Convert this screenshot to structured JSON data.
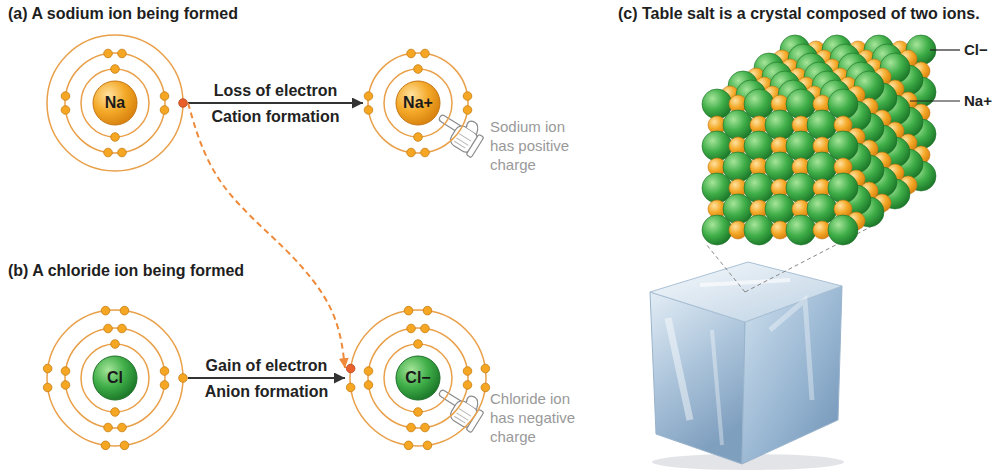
{
  "diagram": {
    "nodes": [
      {
        "text": [
          "Na"
        ]
      },
      {
        "text": [
          "Na+"
        ]
      },
      {
        "text": [
          "Cl"
        ]
      },
      {
        "text": [
          "Cl−"
        ]
      }
    ],
    "edges": [
      {
        "from": 0,
        "to": 1,
        "arrow": "to",
        "label": "Loss of electron"
      },
      {
        "from": 0,
        "to": 3,
        "arrow": "to"
      },
      {
        "from": 2,
        "to": 3,
        "arrow": "to",
        "label": "Gain of electron"
      }
    ],
    "labels": [
      "(a) A sodium ion being formed",
      "Cation formation",
      "Sodium ion has positive charge",
      "(b) A chloride ion being formed",
      "Anion formation",
      "Chloride ion has negative charge",
      "(c) Table salt is a crystal composed of two ions.",
      "Cl−",
      "Na+"
    ]
  }
}
